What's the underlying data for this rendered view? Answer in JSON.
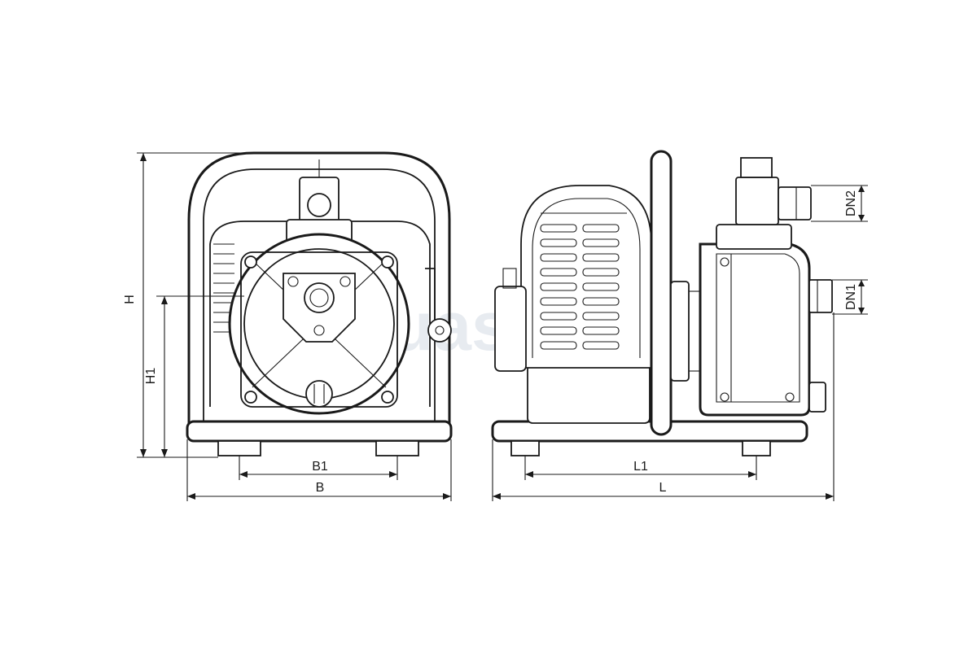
{
  "dimensions": {
    "H": "H",
    "H1": "H1",
    "B": "B",
    "B1": "B1",
    "L": "L",
    "L1": "L1",
    "DN1": "DN1",
    "DN2": "DN2"
  },
  "watermark": "Aquasector",
  "colors": {
    "line": "#1a1a1a",
    "background": "#ffffff",
    "watermark": "#dde3ea"
  }
}
